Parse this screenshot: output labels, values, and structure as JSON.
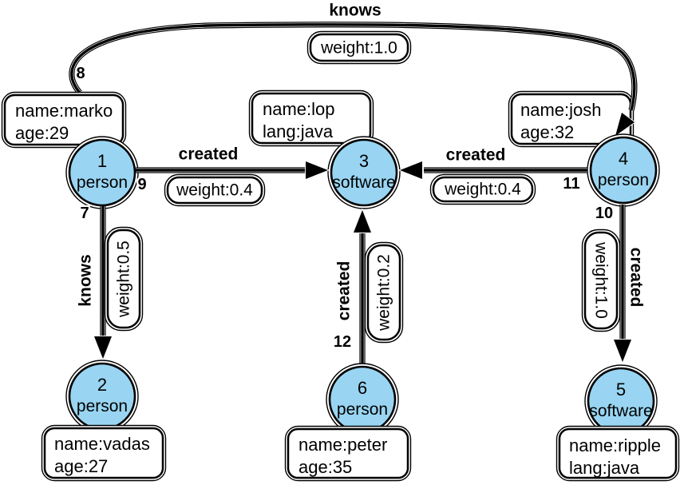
{
  "colors": {
    "node_fill": "#99D5F2",
    "stroke": "#000000",
    "box_fill": "#FFFFFF"
  },
  "nodes": [
    {
      "id": "1",
      "label": "person",
      "prop1": "name:marko",
      "prop2": "age:29"
    },
    {
      "id": "2",
      "label": "person",
      "prop1": "name:vadas",
      "prop2": "age:27"
    },
    {
      "id": "3",
      "label": "software",
      "prop1": "name:lop",
      "prop2": "lang:java"
    },
    {
      "id": "4",
      "label": "person",
      "prop1": "name:josh",
      "prop2": "age:32"
    },
    {
      "id": "5",
      "label": "software",
      "prop1": "name:ripple",
      "prop2": "lang:java"
    },
    {
      "id": "6",
      "label": "person",
      "prop1": "name:peter",
      "prop2": "age:35"
    }
  ],
  "edges": [
    {
      "id": "7",
      "label": "knows",
      "weight": "weight:0.5",
      "from": "1",
      "to": "2"
    },
    {
      "id": "8",
      "label": "knows",
      "weight": "weight:1.0",
      "from": "1",
      "to": "4"
    },
    {
      "id": "9",
      "label": "created",
      "weight": "weight:0.4",
      "from": "1",
      "to": "3"
    },
    {
      "id": "10",
      "label": "created",
      "weight": "weight:1.0",
      "from": "4",
      "to": "5"
    },
    {
      "id": "11",
      "label": "created",
      "weight": "weight:0.4",
      "from": "4",
      "to": "3"
    },
    {
      "id": "12",
      "label": "created",
      "weight": "weight:0.2",
      "from": "6",
      "to": "3"
    }
  ]
}
